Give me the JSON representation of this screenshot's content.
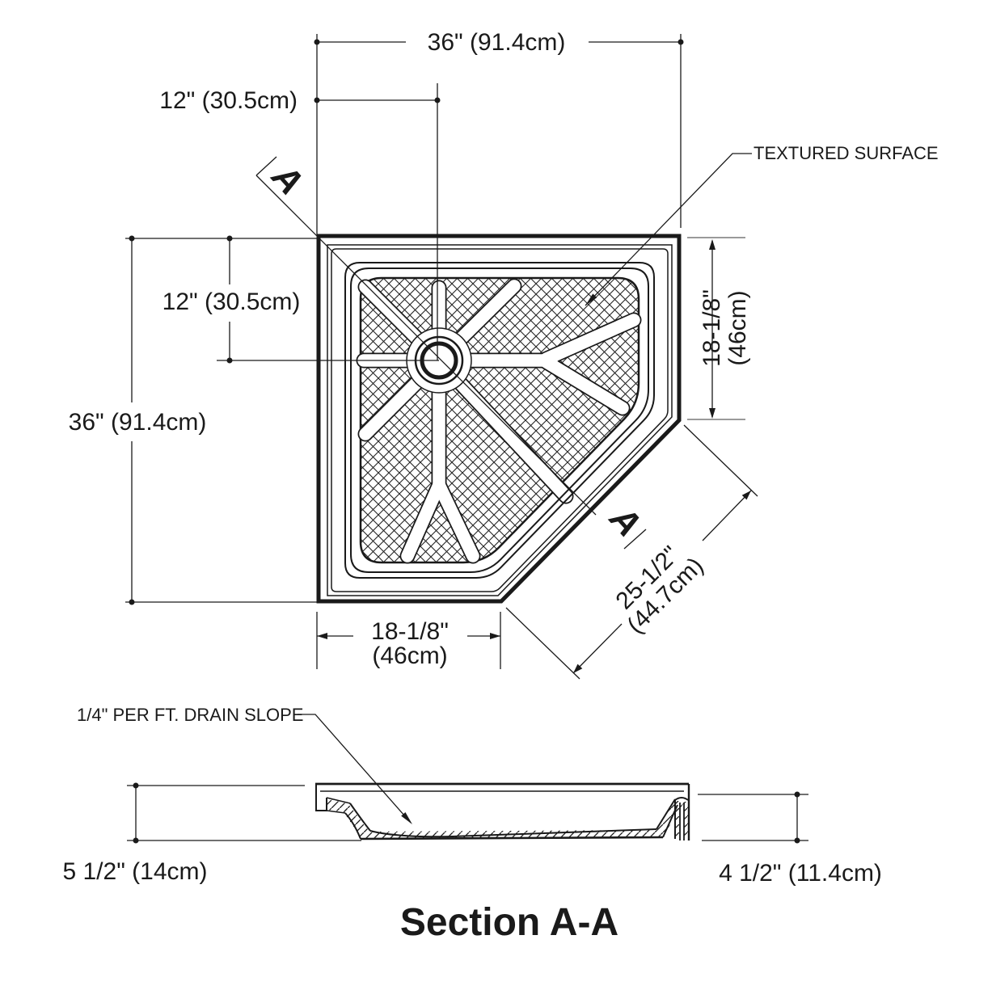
{
  "drawing": {
    "title": "Section A-A",
    "labels": {
      "textured_surface": "TEXTURED SURFACE",
      "drain_slope": "1/4\" PER FT. DRAIN SLOPE",
      "section_marker": "A"
    },
    "plan_dimensions": {
      "top_width": "36\" (91.4cm)",
      "top_drain_offset": "12\" (30.5cm)",
      "left_height": "36\" (91.4cm)",
      "left_drain_offset": "12\" (30.5cm)",
      "right_side_line1": "18-1/8\"",
      "right_side_line2": "(46cm)",
      "bottom_line1": "18-1/8\"",
      "bottom_line2": "(46cm)",
      "diagonal_line1": "25-1/2\"",
      "diagonal_line2": "(44.7cm)"
    },
    "section_dimensions": {
      "left_height": "5 1/2\" (14cm)",
      "right_height": "4 1/2\" (11.4cm)"
    },
    "colors": {
      "line": "#1a1a1a",
      "extension_gray": "#9a9a9a",
      "background": "#ffffff"
    }
  }
}
